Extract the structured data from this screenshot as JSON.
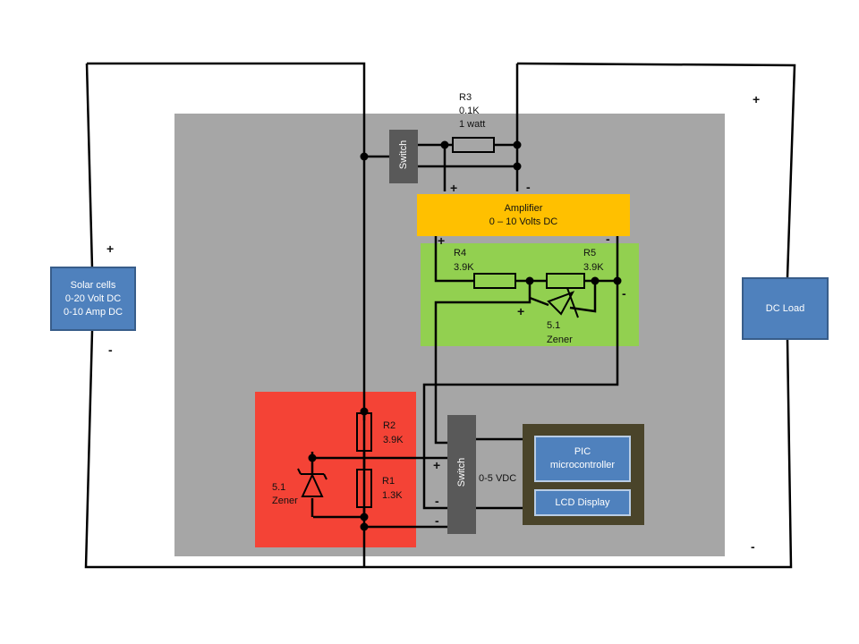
{
  "colors": {
    "board": "#a6a6a6",
    "amplifier": "#ffc000",
    "divider_panel": "#92d050",
    "zener_panel": "#f44336",
    "block_blue": "#4f81bd",
    "pic_frame": "#4a442a",
    "switch_gray": "#595959",
    "wire": "#000000"
  },
  "solar": {
    "line1": "Solar cells",
    "line2": "0-20 Volt DC",
    "line3": "0-10 Amp DC",
    "plus": "+",
    "minus": "-"
  },
  "load": {
    "label": "DC Load",
    "plus": "+",
    "minus": "-"
  },
  "r3": {
    "name": "R3",
    "value": "0.1K",
    "rating": "1 watt"
  },
  "top_switch": {
    "label": "Switch"
  },
  "amplifier": {
    "line1": "Amplifier",
    "line2": "0 – 10 Volts DC",
    "in_plus": "+",
    "in_minus": "-",
    "out_plus": "+",
    "out_minus": "-"
  },
  "r4": {
    "name": "R4",
    "value": "3.9K"
  },
  "r5": {
    "name": "R5",
    "value": "3.9K"
  },
  "green_zener": {
    "value": "5.1",
    "label": "Zener",
    "plus": "+",
    "minus": "-"
  },
  "r2": {
    "name": "R2",
    "value": "3.9K"
  },
  "r1": {
    "name": "R1",
    "value": "1.3K"
  },
  "red_zener": {
    "value": "5.1",
    "label": "Zener"
  },
  "bottom_switch": {
    "label": "Switch",
    "plus": "+",
    "minus1": "-",
    "minus2": "-"
  },
  "vdc_label": "0-5 VDC",
  "pic": {
    "line1": "PIC",
    "line2": "microcontroller"
  },
  "lcd": {
    "label": "LCD Display"
  }
}
